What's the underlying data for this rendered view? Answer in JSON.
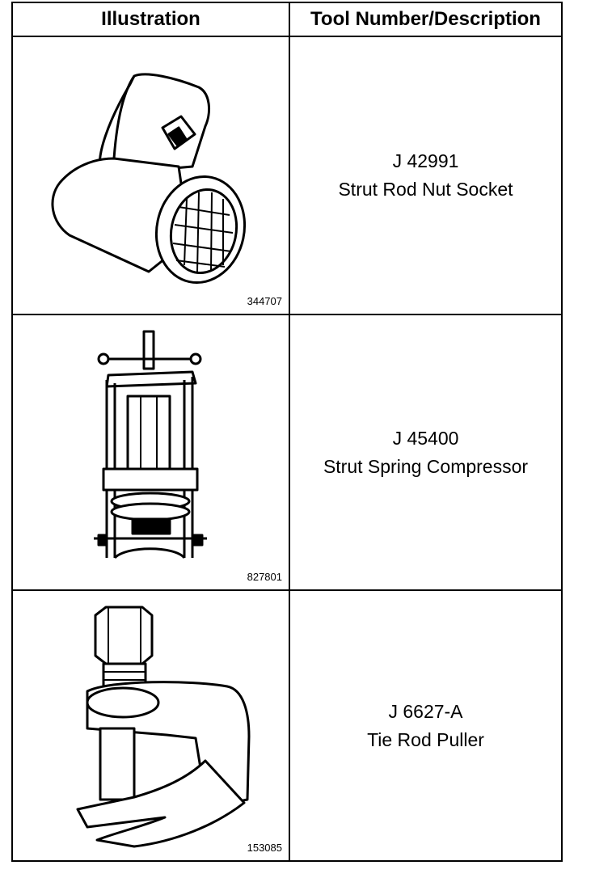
{
  "table": {
    "headers": {
      "illustration": "Illustration",
      "description": "Tool Number/Description"
    },
    "rows": [
      {
        "figure_number": "344707",
        "tool_number": "J 42991",
        "description": "Strut Rod Nut Socket",
        "icon": "strut-rod-nut-socket-illustration"
      },
      {
        "figure_number": "827801",
        "tool_number": "J 45400",
        "description": "Strut Spring Compressor",
        "icon": "strut-spring-compressor-illustration"
      },
      {
        "figure_number": "153085",
        "tool_number": "J 6627-A",
        "description": "Tie Rod Puller",
        "icon": "tie-rod-puller-illustration"
      }
    ]
  }
}
